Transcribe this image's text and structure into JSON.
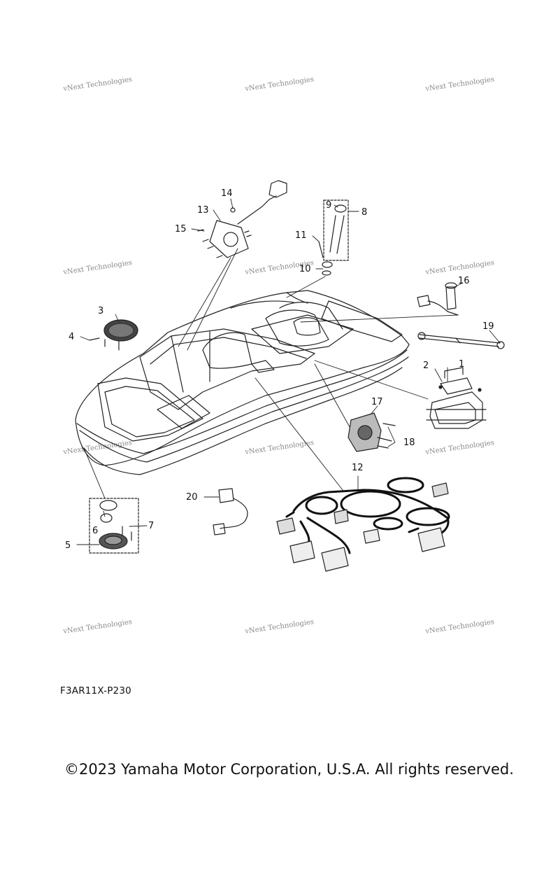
{
  "watermarks": [
    "vNext Technologies",
    "vNext Technologies",
    "vNext Technologies",
    "vNext Technologies",
    "vNext Technologies",
    "vNext Technologies",
    "vNext Technologies",
    "vNext Technologies",
    "vNext Technologies",
    "vNext Technologies",
    "vNext Technologies",
    "vNext Technologies"
  ],
  "callouts": [
    "1",
    "2",
    "3",
    "4",
    "5",
    "6",
    "7",
    "8",
    "9",
    "10",
    "11",
    "12",
    "13",
    "14",
    "15",
    "16",
    "17",
    "18",
    "19",
    "20"
  ],
  "diagram_code": "F3AR11X-P230",
  "copyright": "©2023 Yamaha Motor Corporation, U.S.A. All rights reserved."
}
